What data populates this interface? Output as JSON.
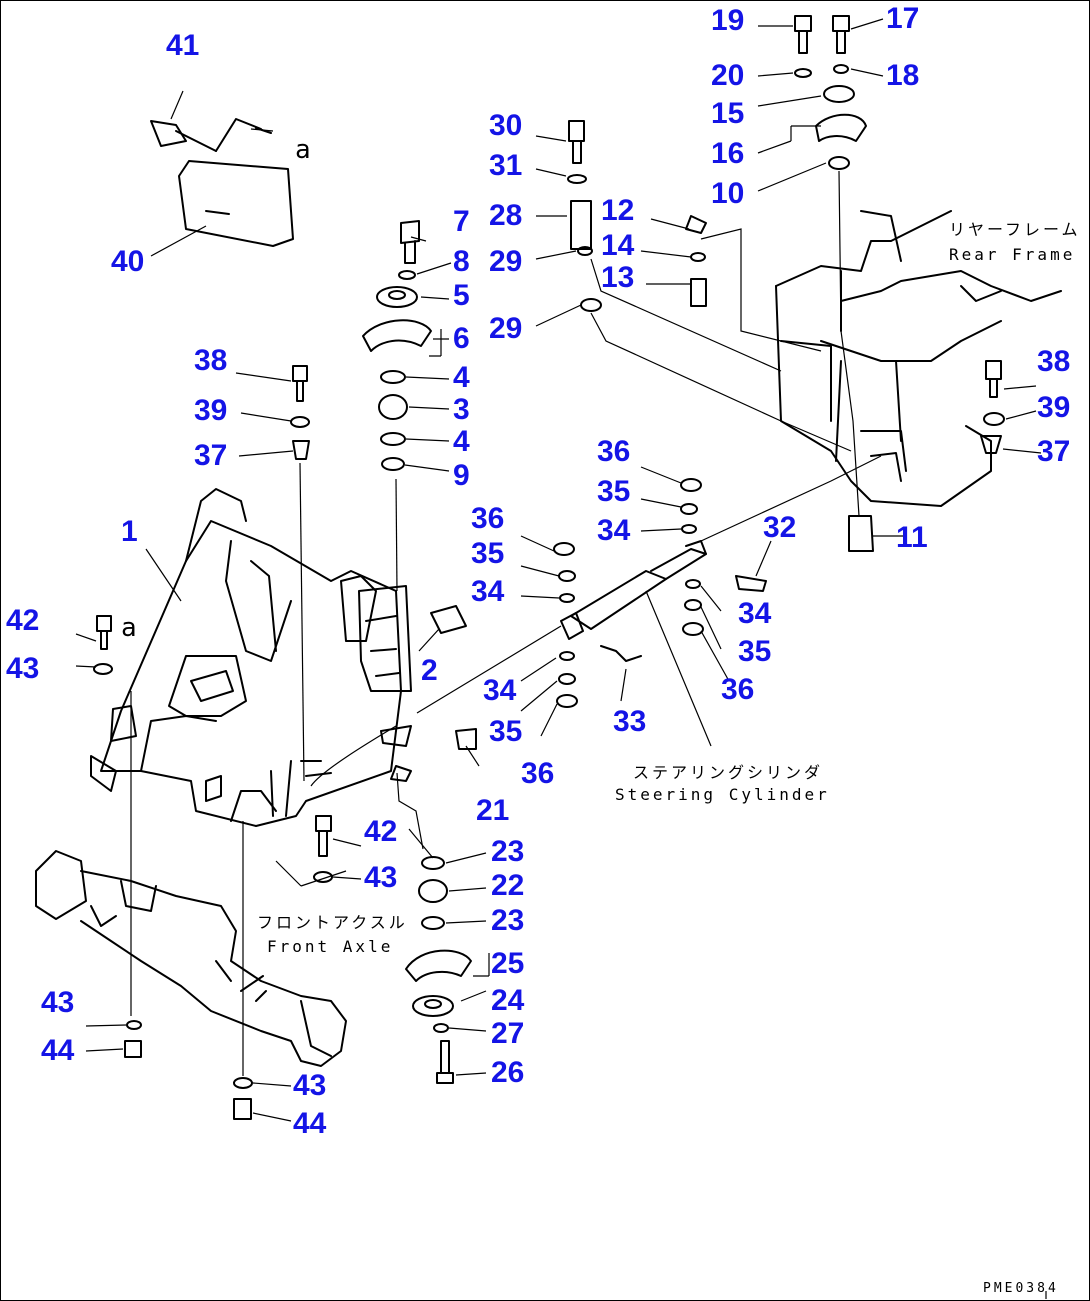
{
  "diagram": {
    "drawing_code": "PME0384",
    "view_letter": "a",
    "labels": {
      "rear_frame_jp": "リヤーフレーム",
      "rear_frame_en": "Rear Frame",
      "front_axle_jp": "フロントアクスル",
      "front_axle_en": "Front Axle",
      "steering_cylinder_jp": "ステアリングシリンダ",
      "steering_cylinder_en": "Steering Cylinder"
    },
    "callouts": {
      "c41": "41",
      "c40": "40",
      "c38a": "38",
      "c39a": "39",
      "c37a": "37",
      "c1": "1",
      "c42a": "42",
      "c43a": "43",
      "c7": "7",
      "c8": "8",
      "c5": "5",
      "c6": "6",
      "c4a": "4",
      "c3": "3",
      "c4b": "4",
      "c9": "9",
      "c2": "2",
      "c21": "21",
      "c42b": "42",
      "c43b": "43",
      "c23a": "23",
      "c22": "22",
      "c23b": "23",
      "c25": "25",
      "c24": "24",
      "c27": "27",
      "c26": "26",
      "c43c": "43",
      "c44a": "44",
      "c43d": "43",
      "c44b": "44",
      "c30": "30",
      "c31": "31",
      "c28": "28",
      "c29a": "29",
      "c29b": "29",
      "c12": "12",
      "c14": "14",
      "c13": "13",
      "c19": "19",
      "c17": "17",
      "c20": "20",
      "c18": "18",
      "c15": "15",
      "c16": "16",
      "c10": "10",
      "c11": "11",
      "c38b": "38",
      "c39b": "39",
      "c37b": "37",
      "c36a": "36",
      "c35a": "35",
      "c34a": "34",
      "c36b": "36",
      "c35b": "35",
      "c34b": "34",
      "c32": "32",
      "c34c": "34",
      "c35c": "35",
      "c36c": "36",
      "c34d": "34",
      "c35d": "35",
      "c36d": "36",
      "c33": "33"
    }
  }
}
